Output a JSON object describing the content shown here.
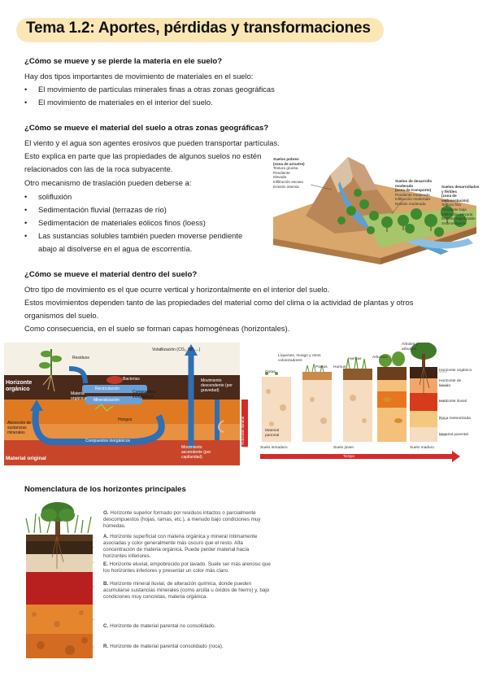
{
  "title": "Tema 1.2: Aportes, pérdidas y transformaciones",
  "s1": {
    "heading": "¿Cómo se mueve y se pierde la materia en ele suelo?",
    "intro": "Hay dos tipos importantes de movimiento de materiales en el suelo:",
    "bullets": [
      "El movimiento de partículas minerales finas a otras zonas geográficas",
      "El movimiento de materiales en el interior del suelo."
    ]
  },
  "s2": {
    "heading": "¿Cómo se mueve el material del suelo a otras zonas geográficas?",
    "lines": [
      "El viento y el agua son agentes erosivos que pueden transportar partículas.",
      "Esto explica en parte que las propiedades de algunos suelos no estén",
      "relacionados con las de la roca subyacente.",
      "Otro mecanismo de traslación pueden deberse a:"
    ],
    "bullets": [
      "solifluxión",
      "Sedimentación fluvial (terrazas de río)",
      "Sedimentación de materiales eólicos finos (loess)",
      "Las sustancias solubles también pueden moverse pendiente"
    ],
    "bullet_cont": "abajo al disolverse en el agua de escorrentía.",
    "figure": {
      "poor": [
        "Suelos pobres",
        "(zona de arrastre)",
        "Textura gruesa",
        "Pendiente",
        "elevada",
        "Infiltración escasa",
        "Erosión intensa"
      ],
      "moderate": [
        "Suelos de desarrollo",
        "moderado",
        "(zona de transporte)",
        "Pendiente moderada",
        "Infiltración moderada",
        "Erosión moderada"
      ],
      "developed": [
        "Suelos desarrollados",
        "y fértiles",
        "(zona de",
        "sedimentación)",
        "Textura fina",
        "Pendiente baja",
        "Infiltración elevada",
        "Erosión inapreciable",
        "Sedimentación"
      ]
    }
  },
  "s3": {
    "heading": "¿Cómo se mueve el material dentro del suelo?",
    "lines": [
      "Otro tipo de movimiento es el que ocurre vertical y horizontalmente en el interior del suelo.",
      "Estos movimientos dependen tanto de las propiedades del material como del clima o la actividad de plantas y otros",
      "organismos del suelo.",
      "Como consecuencia, en el suelo se forman capas homogéneas (horizontales)."
    ]
  },
  "fig_cycle": {
    "residuos": "Residuos",
    "volatilizacion": "Volatilización (CO₂, NH₃...)",
    "horizonte_organico": [
      "Horizonte",
      "orgánico"
    ],
    "bacterias": "Bacterias",
    "materia_organica": [
      "Materia",
      "orgánica"
    ],
    "recirculacion": "Recirculación",
    "mineralizacion": "Mineralización",
    "compuestos_inorganicos": [
      "Compuestos",
      "inorgánicos"
    ],
    "movimiento_descendente": [
      "Movimiento",
      "descendente (por",
      "gravedad)"
    ],
    "hongos": "Hongos",
    "absorcion": [
      "Absorción de",
      "sustancias",
      "minerales"
    ],
    "compuestos_inorganicos_2": "Compuestos inorgánicos",
    "movimiento_ascendente": [
      "Movimiento",
      "ascendente (por",
      "capilaridad)"
    ],
    "material_original": "Material original",
    "side_label": "Horizonte mineral"
  },
  "fig_stages": {
    "labels_top": [
      "Líquenes, musgo y otros",
      "colonizadores"
    ],
    "gotas": "Gotas",
    "pastos": "Pastos",
    "humus": "Humus",
    "hierbas": "Hierbas",
    "arbustos": "Arbustos",
    "arboles": [
      "Árboles y",
      "arbustos"
    ],
    "right": [
      "Horizonte orgánico",
      "Horizonte de",
      "lavado",
      "Horizonte iluvial",
      "Roca meteorizada",
      "Material parental"
    ],
    "material_parental": [
      "Material",
      "parental"
    ],
    "suelo_inmaduro": "Suelo inmaduro",
    "suelo_joven": "Suelo joven",
    "suelo_maduro": "Suelo maduro",
    "tiempo": "Tiempo"
  },
  "s4": {
    "heading": "Nomenclatura de los horizontes principales",
    "items": [
      {
        "letter": "O.",
        "lines": [
          "Horizonte superior formado por residuos intactos o parcialmente",
          "descompuestos (hojas, ramas, etc.), a menudo bajo condiciones muy",
          "húmedas."
        ]
      },
      {
        "letter": "A.",
        "lines": [
          "Horizonte superficial con materia orgánica y mineral íntimamente",
          "asociadas y color generalmente más oscuro que el resto. Alta",
          "concentración de materia orgánica. Puede perder material hacia",
          "horizontes inferiores."
        ]
      },
      {
        "letter": "E.",
        "lines": [
          "Horizonte eluvial, empobrecido por lavado. Suele ser más arenoso que",
          "los horizontes inferiores y presentar un color más claro."
        ]
      },
      {
        "letter": "B.",
        "lines": [
          "Horizonte mineral iluvial, de alteración química, donde pueden",
          "acumularse sustancias minerales (como arcilla u óxidos de hierro) y, bajo",
          "condiciones muy concretas, materia orgánica."
        ]
      },
      {
        "letter": "C.",
        "lines": [
          "Horizonte de material parental no consolidado."
        ]
      },
      {
        "letter": "R.",
        "lines": [
          "Horizonte de material parental consolidado (roca)."
        ]
      }
    ]
  }
}
